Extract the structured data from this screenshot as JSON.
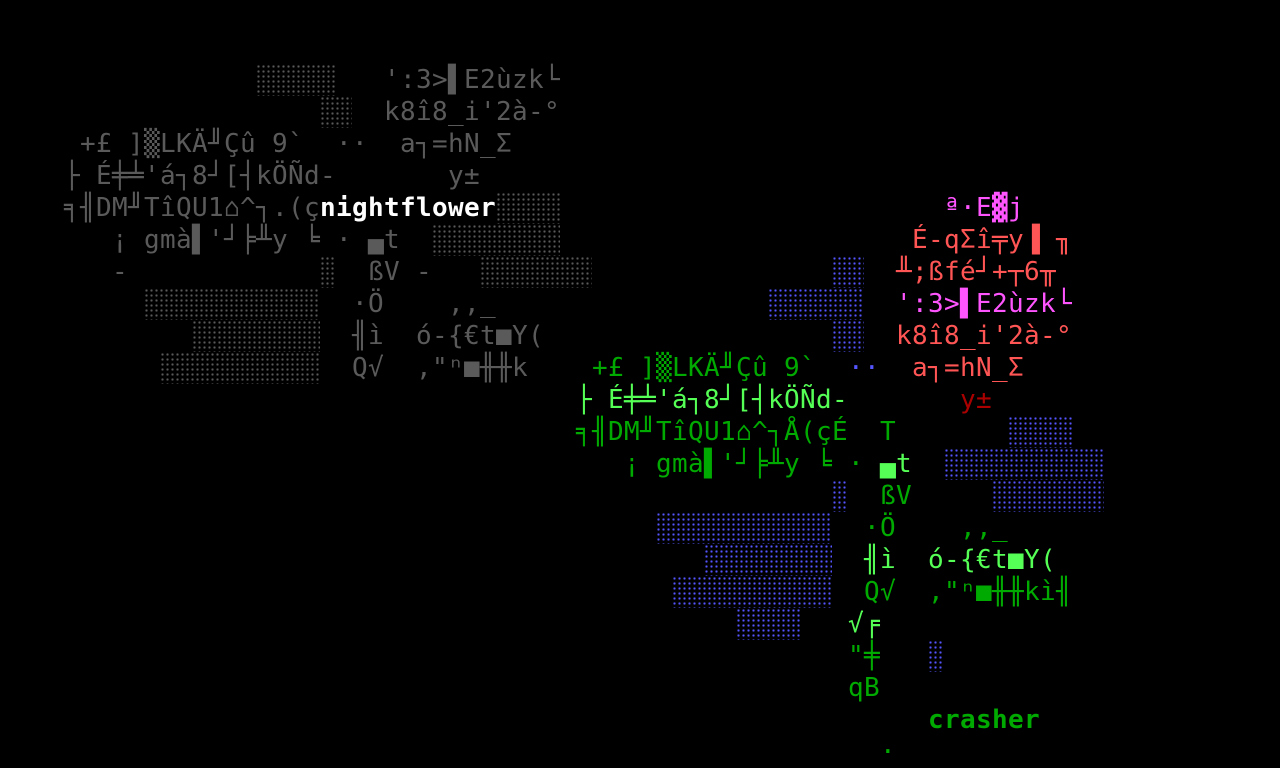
{
  "palette": {
    "gray": "#5a5a5a",
    "white": "#ffffff",
    "green": "#00aa00",
    "bright_green": "#55ff55",
    "red": "#ff5555",
    "magenta": "#ff55ff",
    "dark_red": "#aa0000",
    "blue": "#5555ff"
  },
  "players": {
    "left_name": "nightflower",
    "right_name": "crasher"
  },
  "gray_glyphs": [
    "':3>▌E2ùzk└",
    "k8î8_i'2à-°",
    "+£ ]▒LKÄ╜Çû 9`",
    "··",
    "a┐=hN_Σ",
    "├ É╪╧'á┐8┘[┤kÖÑd-",
    "y±",
    "╕╢DM╜TîQU1⌂^┐.(ç",
    "¡ gmà▌'┘╞╨y ╘ · ▄t",
    "-",
    "ßV",
    "-",
    "·Ö",
    ",,_",
    "╢ì",
    "ó-{€t■Y(",
    "Q√",
    ",\"ⁿ■╫╫k"
  ],
  "red_glyphs": [
    "ª·E▓j",
    "É-qΣî╤y▐ ╖",
    "╨;ßfé┘+┬6╥",
    "':3>▌E2ùzk└",
    "k8î8_i'2à-°",
    "a┐=hN_Σ",
    "y±"
  ],
  "green_glyphs": [
    "+£ ]▒LKÄ╜Çû 9`",
    "··",
    "├ É╪╧'á┐8┘[┤kÖÑd-",
    "╕╢DM╜TîQU1⌂^┐Å(çÉ",
    "T",
    "¡ gmà▌'┘╞╨y ╘ ·",
    "▄t",
    "ßV",
    "·Ö",
    ",,_",
    "╢ì",
    "ó-{€t■Y(",
    "Q√",
    ",\"ⁿ■╫╫kì╢",
    "√╒",
    "\"╪",
    "qB",
    "·"
  ]
}
